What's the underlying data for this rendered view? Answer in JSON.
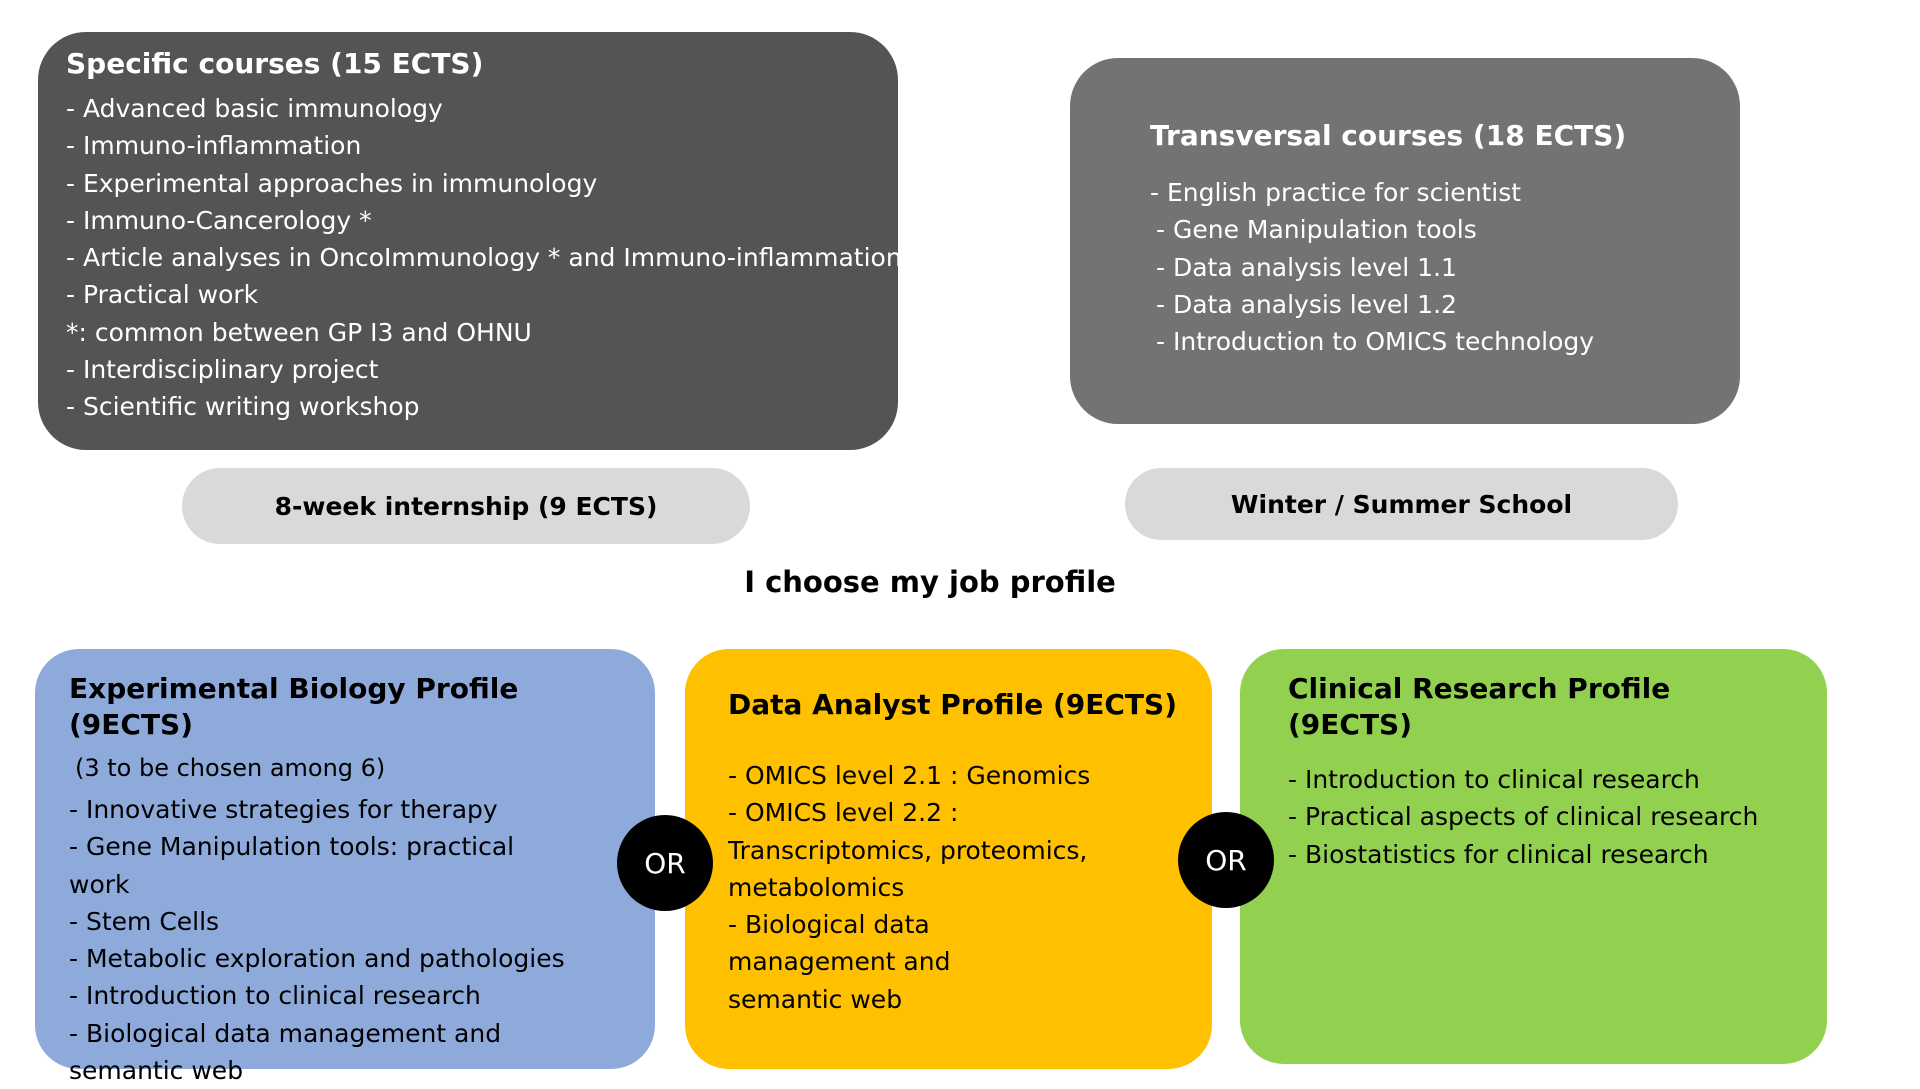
{
  "specific": {
    "title": "Specific courses (15 ECTS)",
    "items": [
      "- Advanced basic immunology",
      "- Immuno-inflammation",
      "- Experimental approaches in immunology",
      "- Immuno-Cancerology *",
      "- Article analyses in OncoImmunology * and Immuno-inflammation",
      "- Practical work",
      "*: common between GP I3 and OHNU",
      "- Interdisciplinary project",
      "- Scientific writing workshop"
    ]
  },
  "transversal": {
    "title": "Transversal courses (18 ECTS)",
    "items": [
      "- English practice for scientist",
      " - Gene Manipulation tools",
      " - Data analysis level 1.1",
      " - Data analysis level 1.2",
      " - Introduction to OMICS technology"
    ]
  },
  "internship": {
    "label": "8-week internship (9 ECTS)"
  },
  "school": {
    "label": "Winter / Summer School"
  },
  "heading": "I choose my job profile",
  "experimental": {
    "title": "Experimental Biology Profile (9ECTS)",
    "subtitle": "(3 to be chosen among 6)",
    "items": [
      "- Innovative strategies for therapy",
      "- Gene Manipulation tools: practical work",
      "- Stem Cells",
      "- Metabolic exploration and pathologies",
      "- Introduction to clinical research",
      "- Biological data management and semantic web"
    ]
  },
  "data_analyst": {
    "title": "Data Analyst Profile (9ECTS)",
    "items": [
      "- OMICS level 2.1 : Genomics",
      "- OMICS level 2.2 : Transcriptomics, proteomics, metabolomics",
      "- Biological data management and semantic web"
    ]
  },
  "clinical": {
    "title": "Clinical Research Profile (9ECTS)",
    "items": [
      "- Introduction to clinical research",
      "- Practical aspects of clinical research",
      "- Biostatistics for clinical research"
    ]
  },
  "or_left": "OR",
  "or_right": "OR",
  "colors": {
    "specific_bg": "#545454",
    "transversal_bg": "#737373",
    "pill_bg": "#d9d9d9",
    "experimental_bg": "#8eaadb",
    "data_analyst_bg": "#ffc000",
    "clinical_bg": "#92d050",
    "or_bg": "#000000"
  }
}
